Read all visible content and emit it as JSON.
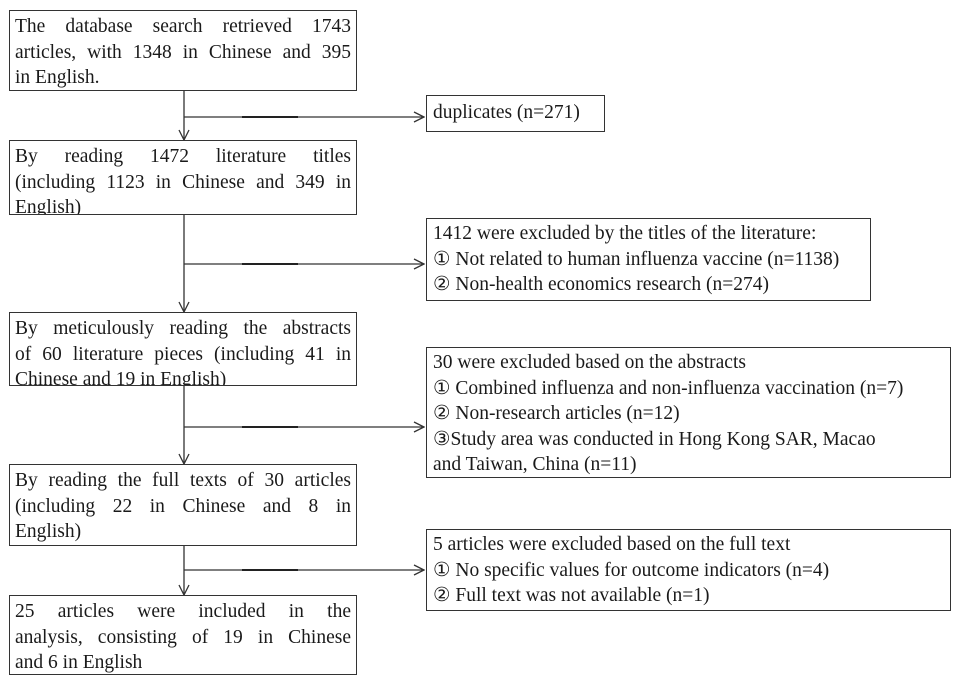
{
  "left_boxes": [
    {
      "lines": [
        "The database search retrieved 1743",
        "articles, with 1348 in Chinese and 395",
        "in English."
      ]
    },
    {
      "lines": [
        "By reading 1472 literature titles",
        "(including 1123 in Chinese and 349 in",
        "English)"
      ]
    },
    {
      "lines": [
        "By meticulously reading the abstracts",
        "of 60 literature pieces (including 41 in",
        "Chinese and 19 in English)"
      ]
    },
    {
      "lines": [
        "By reading the full texts of 30 articles",
        "(including 22 in Chinese and 8 in",
        "English)"
      ]
    },
    {
      "lines": [
        "25 articles were included in the",
        "analysis, consisting of 19 in Chinese",
        "and 6 in English"
      ]
    }
  ],
  "exclusion_boxes": [
    {
      "lines": [
        "duplicates (n=271)"
      ]
    },
    {
      "lines": [
        "1412 were excluded by the titles of the literature:",
        "① Not related to human influenza vaccine (n=1138)",
        "② Non-health economics research (n=274)"
      ]
    },
    {
      "lines": [
        "30 were excluded based on the abstracts",
        "① Combined influenza and non-influenza vaccination (n=7)",
        "② Non-research articles (n=12)",
        "③Study area was conducted in Hong Kong SAR, Macao",
        "and Taiwan, China (n=11)"
      ]
    },
    {
      "lines": [
        "5 articles were excluded based on the full text",
        "① No specific values for outcome indicators (n=4)",
        "② Full text was not available (n=1)"
      ]
    }
  ],
  "colors": {
    "line": "#333333",
    "text": "#1a1a1a",
    "background": "#ffffff"
  }
}
